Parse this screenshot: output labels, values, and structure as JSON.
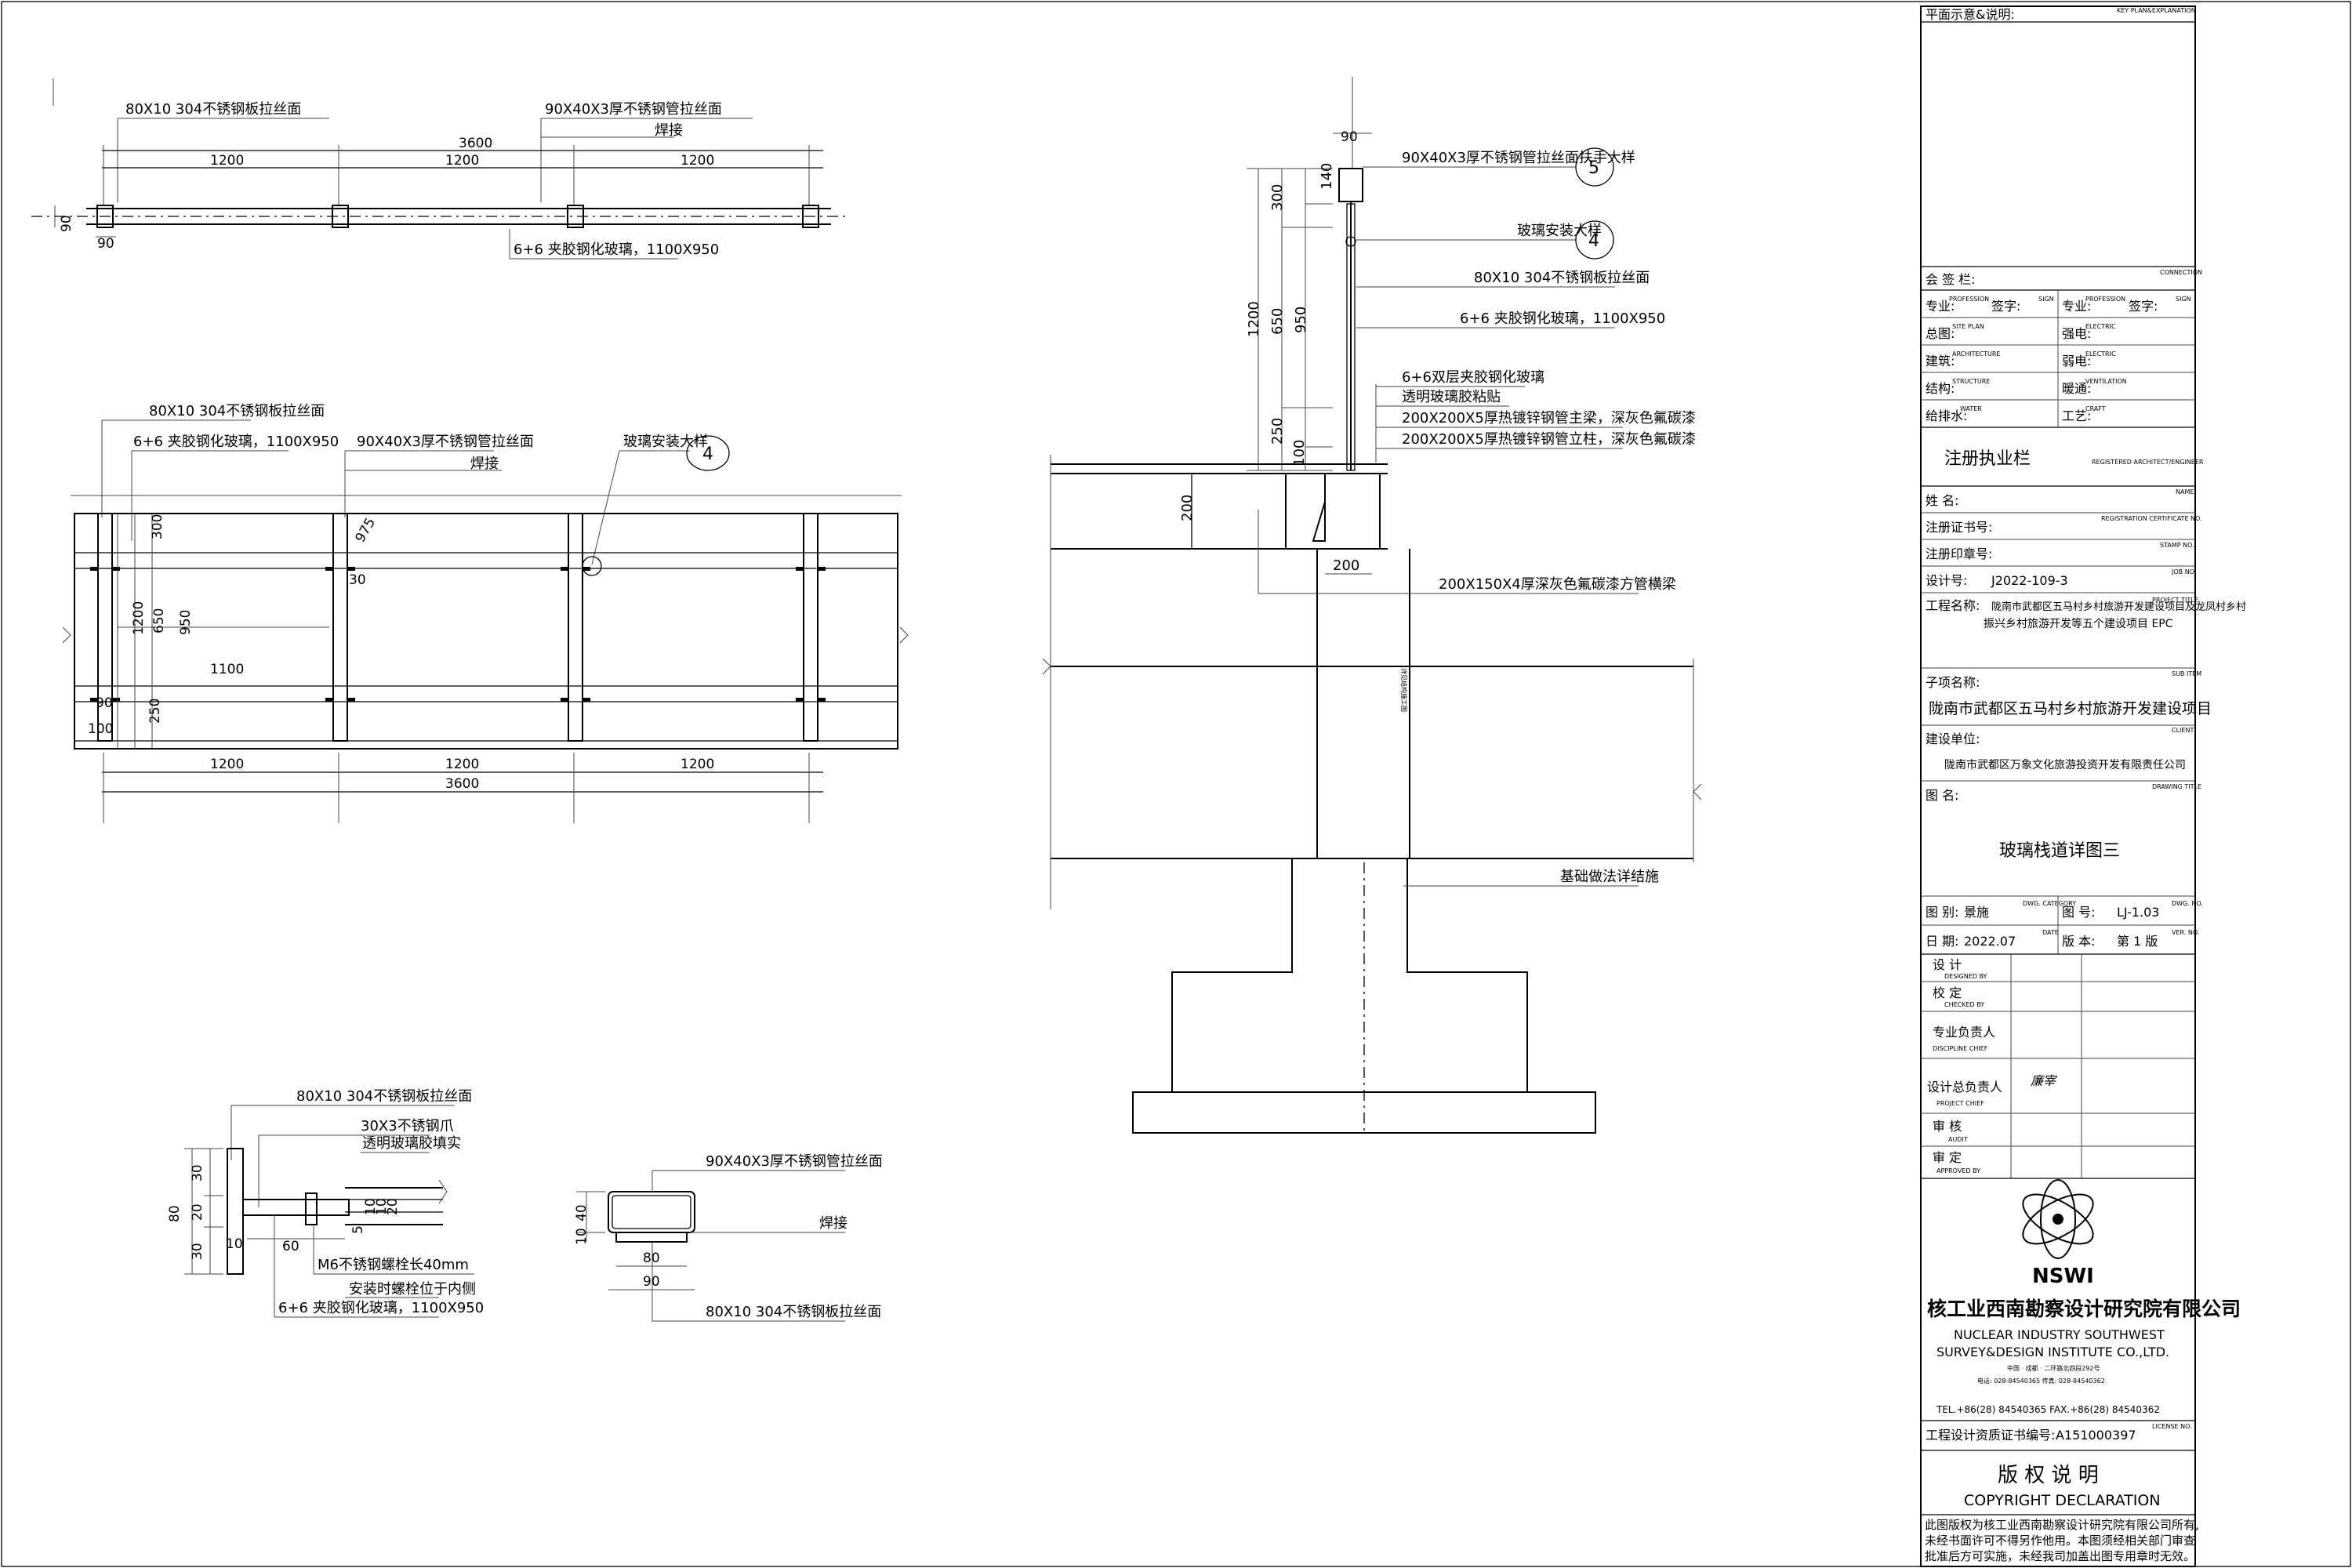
{
  "plan_view": {
    "top_label_left": "80X10  304不锈钢板拉丝面",
    "top_label_right": "90X40X3厚不锈钢管拉丝面",
    "weld": "焊接",
    "total": "3600",
    "spans": [
      "1200",
      "1200",
      "1200"
    ],
    "depth": "90",
    "post_w": "90",
    "glass": "6+6 夹胶钢化玻璃，1100X950"
  },
  "elevation": {
    "label_plate": "80X10  304不锈钢板拉丝面",
    "label_glass": "6+6 夹胶钢化玻璃，1100X950",
    "label_tube": "90X40X3厚不锈钢管拉丝面",
    "weld": "焊接",
    "glass_detail": "玻璃安装大样",
    "callout": "4",
    "vdims": [
      "1200",
      "300",
      "650",
      "950",
      "90",
      "250",
      "100"
    ],
    "spans": [
      "1200",
      "1200",
      "1200"
    ],
    "total": "3600",
    "glass_w": "1100",
    "note_975": "975",
    "note_30": "30"
  },
  "section": {
    "top_w": "90",
    "h1200": "1200",
    "h300": "300",
    "h140": "140",
    "h650": "650",
    "h950": "950",
    "h250": "250",
    "h100": "100",
    "slab": "200",
    "pad": "200",
    "labels": [
      {
        "text": "90X40X3厚不锈钢管拉丝面扶手大样",
        "callout": "5"
      },
      {
        "text": "玻璃安装大样",
        "callout": "4"
      },
      {
        "text": "80X10  304不锈钢板拉丝面"
      },
      {
        "text": "6+6 夹胶钢化玻璃，1100X950"
      },
      {
        "text": "6+6双层夹胶钢化玻璃"
      },
      {
        "text": "透明玻璃胶粘贴"
      },
      {
        "text": "200X200X5厚热镀锌钢管主梁，深灰色氟碳漆"
      },
      {
        "text": "200X200X5厚热镀锌钢管立柱，深灰色氟碳漆"
      }
    ],
    "beam_label": "200X150X4厚深灰色氟碳漆方管横梁",
    "column_note": "详见结构施工图",
    "foundation": "基础做法详结施"
  },
  "detail4": {
    "labels": [
      "80X10  304不锈钢板拉丝面",
      "30X3不锈钢爪",
      "透明玻璃胶填实",
      "M6不锈钢螺栓长40mm",
      "安装时螺栓位于内侧",
      "6+6 夹胶钢化玻璃，1100X950"
    ],
    "dims_v": [
      "80",
      "30",
      "20",
      "30"
    ],
    "dims_small": [
      "5",
      "10",
      "10",
      "20"
    ],
    "dim_h60": "60",
    "dim_h10": "10"
  },
  "detail5": {
    "top": "90X40X3厚不锈钢管拉丝面",
    "weld": "焊接",
    "bottom": "80X10  304不锈钢板拉丝面",
    "dims": [
      "40",
      "10",
      "80",
      "90"
    ]
  },
  "title_block": {
    "key_plan": "平面示意&说明:",
    "key_plan_en": "KEY PLAN&EXPLANATION",
    "conn": "会  签  栏:",
    "conn_en": "CONNECTION",
    "rows": [
      [
        "专业:",
        "PROFESSION",
        "签字:",
        "SIGN",
        "专业:",
        "PROFESSION",
        "签字:",
        "SIGN"
      ],
      [
        "总图:",
        "SITE PLAN",
        "",
        "",
        "强电:",
        "ELECTRIC",
        "",
        ""
      ],
      [
        "建筑:",
        "ARCHITECTURE",
        "",
        "",
        "弱电:",
        "ELECTRIC",
        "",
        ""
      ],
      [
        "结构:",
        "STRUCTURE",
        "",
        "",
        "暖通:",
        "VENTILATION",
        "",
        ""
      ],
      [
        "给排水:",
        "WATER",
        "",
        "",
        "工艺:",
        "CRAFT",
        "",
        ""
      ]
    ],
    "reg": "注册执业栏",
    "reg_en": "REGISTERED ARCHITECT/ENGINEER",
    "name": "姓        名:",
    "name_en": "NAME",
    "cert": "注册证书号:",
    "cert_en": "REGISTRATION CERTIFICATE NO.",
    "stamp": "注册印章号:",
    "stamp_en": "STAMP NO.",
    "job_label": "设计号:",
    "job_no": "J2022-109-3",
    "job_en": "JOB NO.",
    "project_label": "工程名称:",
    "project_en": "PROJECT TITLE",
    "project1": "陇南市武都区五马村乡村旅游开发建设项目及龙凤村乡村",
    "project2": "振兴乡村旅游开发等五个建设项目  EPC",
    "sub_label": "子项名称:",
    "sub_en": "SUB ITEM",
    "sub": "陇南市武都区五马村乡村旅游开发建设项目",
    "client_label": "建设单位:",
    "client_en": "CLIENT",
    "client": "陇南市武都区万象文化旅游投资开发有限责任公司",
    "dwg_label": "图  名:",
    "dwg_en": "DRAWING TITLE",
    "dwg": "玻璃栈道详图三",
    "cat_label": "图  别:",
    "cat": "景施",
    "cat_en": "DWG. CATEGORY",
    "no_label": "图  号:",
    "no": "LJ-1.03",
    "no_en": "DWG. NO.",
    "date_label": "日  期:",
    "date": "2022.07",
    "date_en": "DATE",
    "ver_label": "版  本:",
    "ver": "第  1  版",
    "ver_en": "VER. NO.",
    "sign_rows": [
      [
        "设        计",
        "DESIGNED BY",
        ""
      ],
      [
        "校        定",
        "CHECKED BY",
        ""
      ],
      [
        "专业负责人",
        "DISCIPLINE CHIEF",
        ""
      ],
      [
        "设计总负责人",
        "PROJECT CHIEF",
        "廉宰"
      ],
      [
        "审        核",
        "AUDIT",
        ""
      ],
      [
        "审        定",
        "APPROVED BY",
        ""
      ]
    ],
    "logo": "NSWI",
    "company": "核工业西南勘察设计研究院有限公司",
    "company_en1": "NUCLEAR  INDUSTRY  SOUTHWEST",
    "company_en2": "SURVEY&DESIGN  INSTITUTE  CO.,LTD.",
    "address": "中国 · 成都 · 二环路北四段292号",
    "phone_small": "电话: 028-84540365         传真: 028-84540362",
    "tel": "TEL.+86(28)  84540365    FAX.+86(28)  84540362",
    "license_label": "工程设计资质证书编号:",
    "license": "A151000397",
    "license_en": "LICENSE NO.",
    "copyright": "版  权  说  明",
    "copyright_en": "COPYRIGHT  DECLARATION",
    "copyright_text1": "此图版权为核工业西南勘察设计研究院有限公司所有,",
    "copyright_text2": "未经书面许可不得另作他用。本图须经相关部门审查",
    "copyright_text3": "批准后方可实施，未经我司加盖出图专用章时无效。"
  }
}
